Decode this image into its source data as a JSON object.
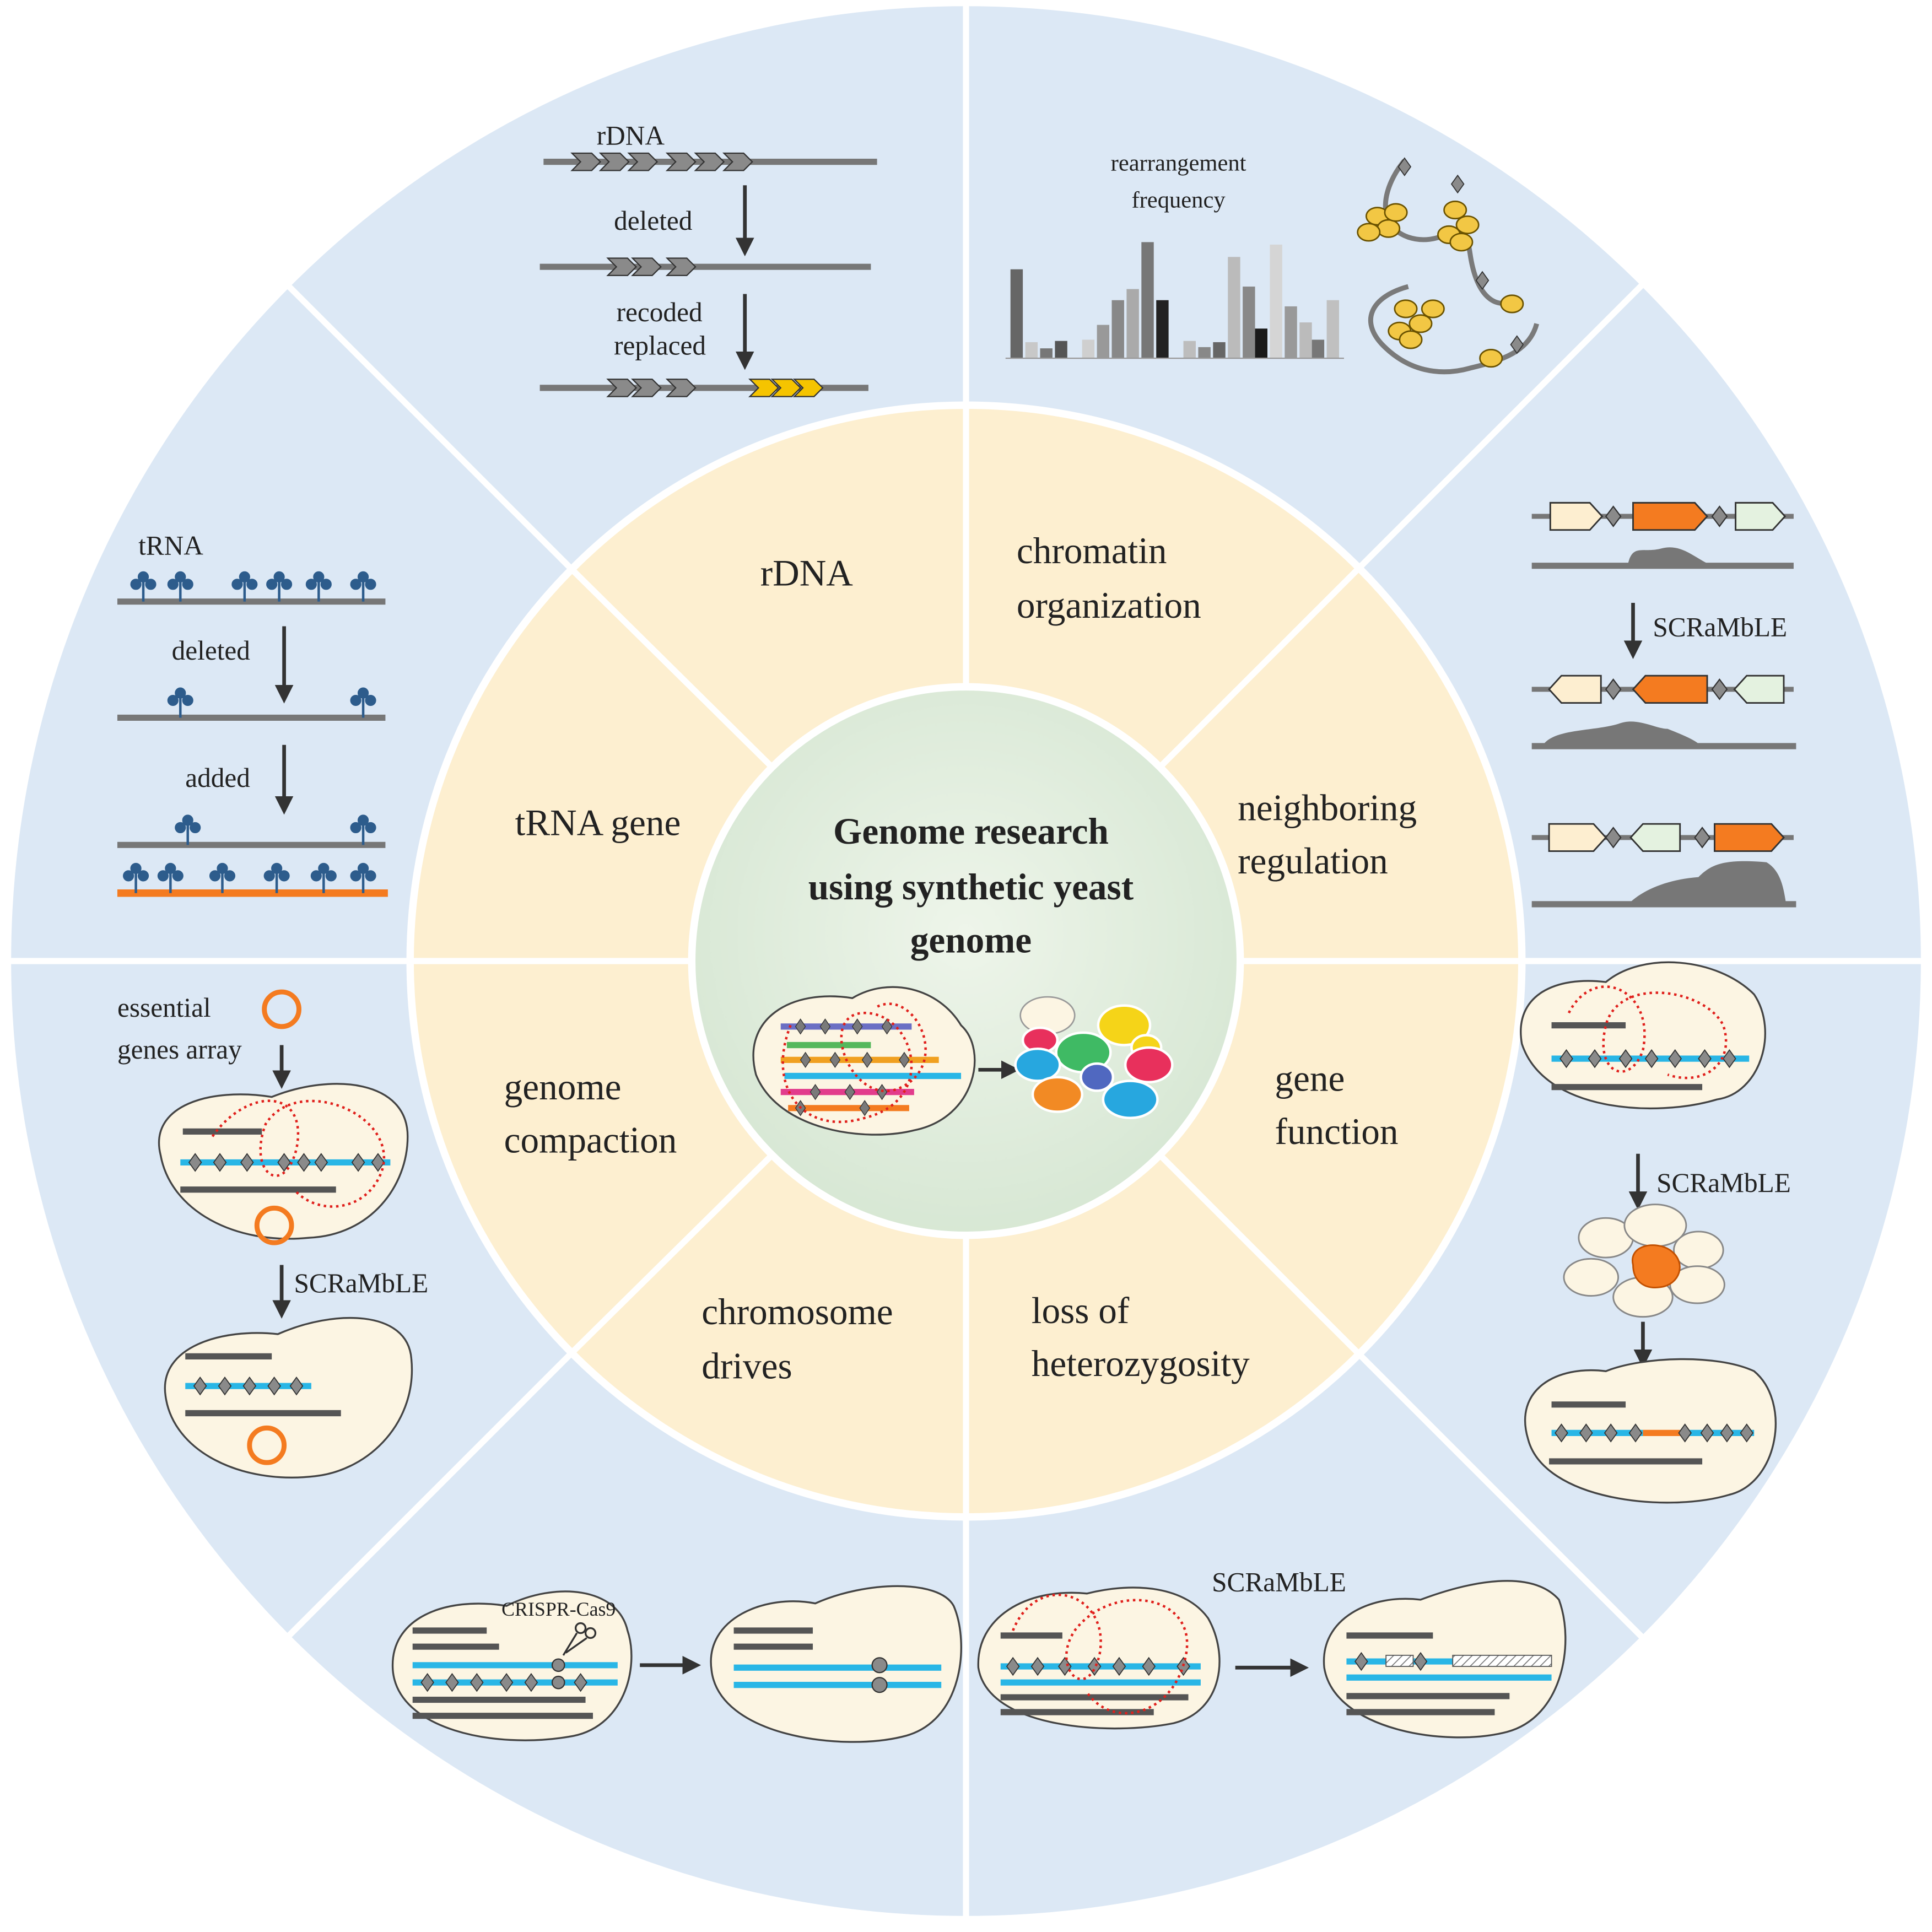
{
  "center": {
    "title_lines": [
      "Genome research",
      "using synthetic yeast",
      "genome"
    ]
  },
  "sectors": {
    "rdna": [
      "rDNA"
    ],
    "chromatin": [
      "chromatin",
      "organization"
    ],
    "neighboring": [
      "neighboring",
      "regulation"
    ],
    "gene_function": [
      "gene",
      "function"
    ],
    "loh": [
      "loss of",
      "heterozygosity"
    ],
    "drives": [
      "chromosome",
      "drives"
    ],
    "compaction": [
      "genome",
      "compaction"
    ],
    "trna": [
      "tRNA gene"
    ]
  },
  "panels": {
    "rdna": {
      "label": "rDNA",
      "step1": "deleted",
      "step2_lines": [
        "recoded",
        "replaced"
      ]
    },
    "chromatin": {
      "label_lines": [
        "rearrangement",
        "frequency"
      ]
    },
    "neighboring": {
      "step": "SCRaMbLE"
    },
    "gene_function": {
      "step": "SCRaMbLE"
    },
    "loh": {
      "label": "SCRaMbLE"
    },
    "drives": {
      "label": "CRISPR-Cas9"
    },
    "compaction": {
      "label_lines": [
        "essential",
        "genes array"
      ],
      "step": "SCRaMbLE"
    },
    "trna": {
      "label": "tRNA",
      "step1": "deleted",
      "step2": "added"
    }
  },
  "colors": {
    "outer_ring": "#dce8f5",
    "middle_ring": "#fdefd0",
    "center": "#dbe9d8",
    "synthetic_chromosome": "#29b6e6",
    "loxpsym": "#7a7a7a",
    "native_chromosome": "#555555",
    "cell": "#fcf5e3",
    "highlight_orange": "#f47b20",
    "rdna_recoded": "#f5c400",
    "trna_blue": "#2d5c8c",
    "rearrangement": "#e0201c"
  },
  "icons": [
    "trna-cloverleaf-icon",
    "scissors-icon",
    "nucleosome-icon",
    "loxpsym-diamond-icon"
  ]
}
